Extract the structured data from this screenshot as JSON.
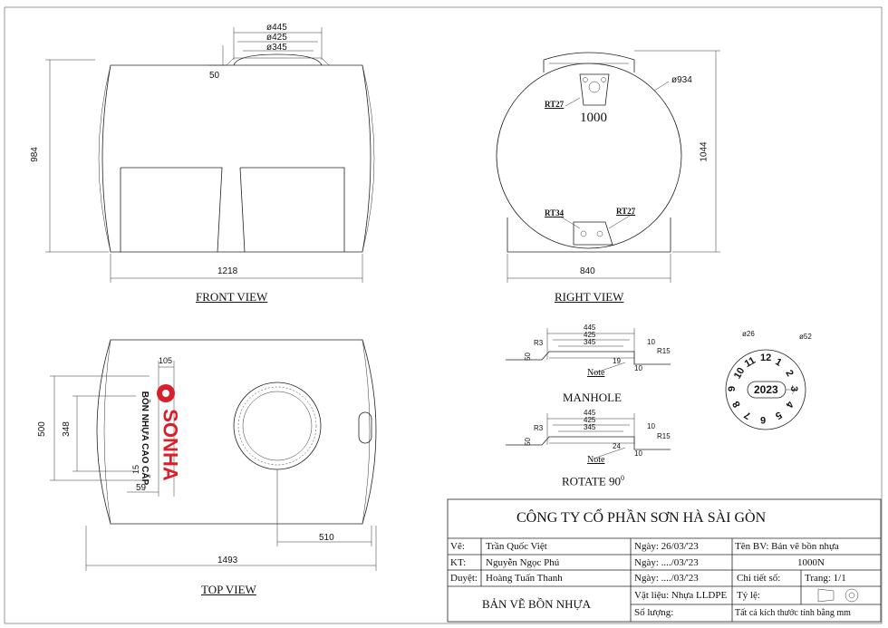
{
  "front_view": {
    "title": "FRONT VIEW",
    "dims": {
      "d445": "ø445",
      "d425": "ø425",
      "d345": "ø345",
      "d50": "50",
      "h984": "984",
      "w1218": "1218"
    }
  },
  "right_view": {
    "title": "RIGHT VIEW",
    "dims": {
      "d934": "ø934",
      "h1044": "1044",
      "w840": "840"
    },
    "labels": {
      "rt27_top": "RT27",
      "capacity": "1000",
      "rt34": "RT34",
      "rt27_bottom": "RT27"
    }
  },
  "top_view": {
    "title": "TOP VIEW",
    "dims": {
      "d105": "105",
      "h500": "500",
      "h348": "348",
      "d15": "15",
      "d59": "59",
      "d510": "510",
      "w1493": "1493"
    },
    "logo_text": "SONHA",
    "side_text": "BỒN NHỰA CAO CẤP"
  },
  "manhole": {
    "title": "MANHOLE",
    "dims": {
      "d445": "445",
      "d425": "425",
      "d345": "345",
      "r3": "R3",
      "d50": "50",
      "d10a": "10",
      "r15": "R15",
      "d19": "19",
      "d10b": "10"
    },
    "note": "Note"
  },
  "rotate": {
    "title": "ROTATE 90",
    "degree": "0",
    "dims": {
      "d445": "445",
      "d425": "425",
      "d345": "345",
      "r3": "R3",
      "d50": "50",
      "d10a": "10",
      "r15": "R15",
      "d24": "24",
      "d10b": "10"
    },
    "note": "Note"
  },
  "date_stamp": {
    "d26": "ø26",
    "d52": "ø52",
    "year": "2023",
    "numbers": [
      "1",
      "2",
      "3",
      "4",
      "5",
      "6",
      "7",
      "8",
      "9",
      "10",
      "11",
      "12"
    ]
  },
  "title_block": {
    "company": "CÔNG TY CỔ PHẦN SƠN HÀ SÀI GÒN",
    "ve_label": "Vẽ:",
    "ve_name": "Trần Quốc Việt",
    "ve_date": "Ngày: 26/03/'23",
    "kt_label": "KT:",
    "kt_name": "Nguyễn Ngọc Phú",
    "kt_date": "Ngày: ..../03/'23",
    "duyet_label": "Duyệt:",
    "duyet_name": "Hoàng Tuấn Thanh",
    "duyet_date": "Ngày: ..../03/'23",
    "drawing_title": "BẢN VẼ BỒN NHỰA",
    "material": "Vật liệu: Nhựa LLDPE",
    "quantity": "Số lượng:",
    "ten_bv": "Tên BV: Bản vẽ bồn nhựa",
    "model": "1000N",
    "chi_tiet": "Chi tiết số:",
    "trang": "Trang: 1/1",
    "ty_le": "Tỷ lệ:",
    "note": "Tất cả kích thước tính bằng mm"
  }
}
